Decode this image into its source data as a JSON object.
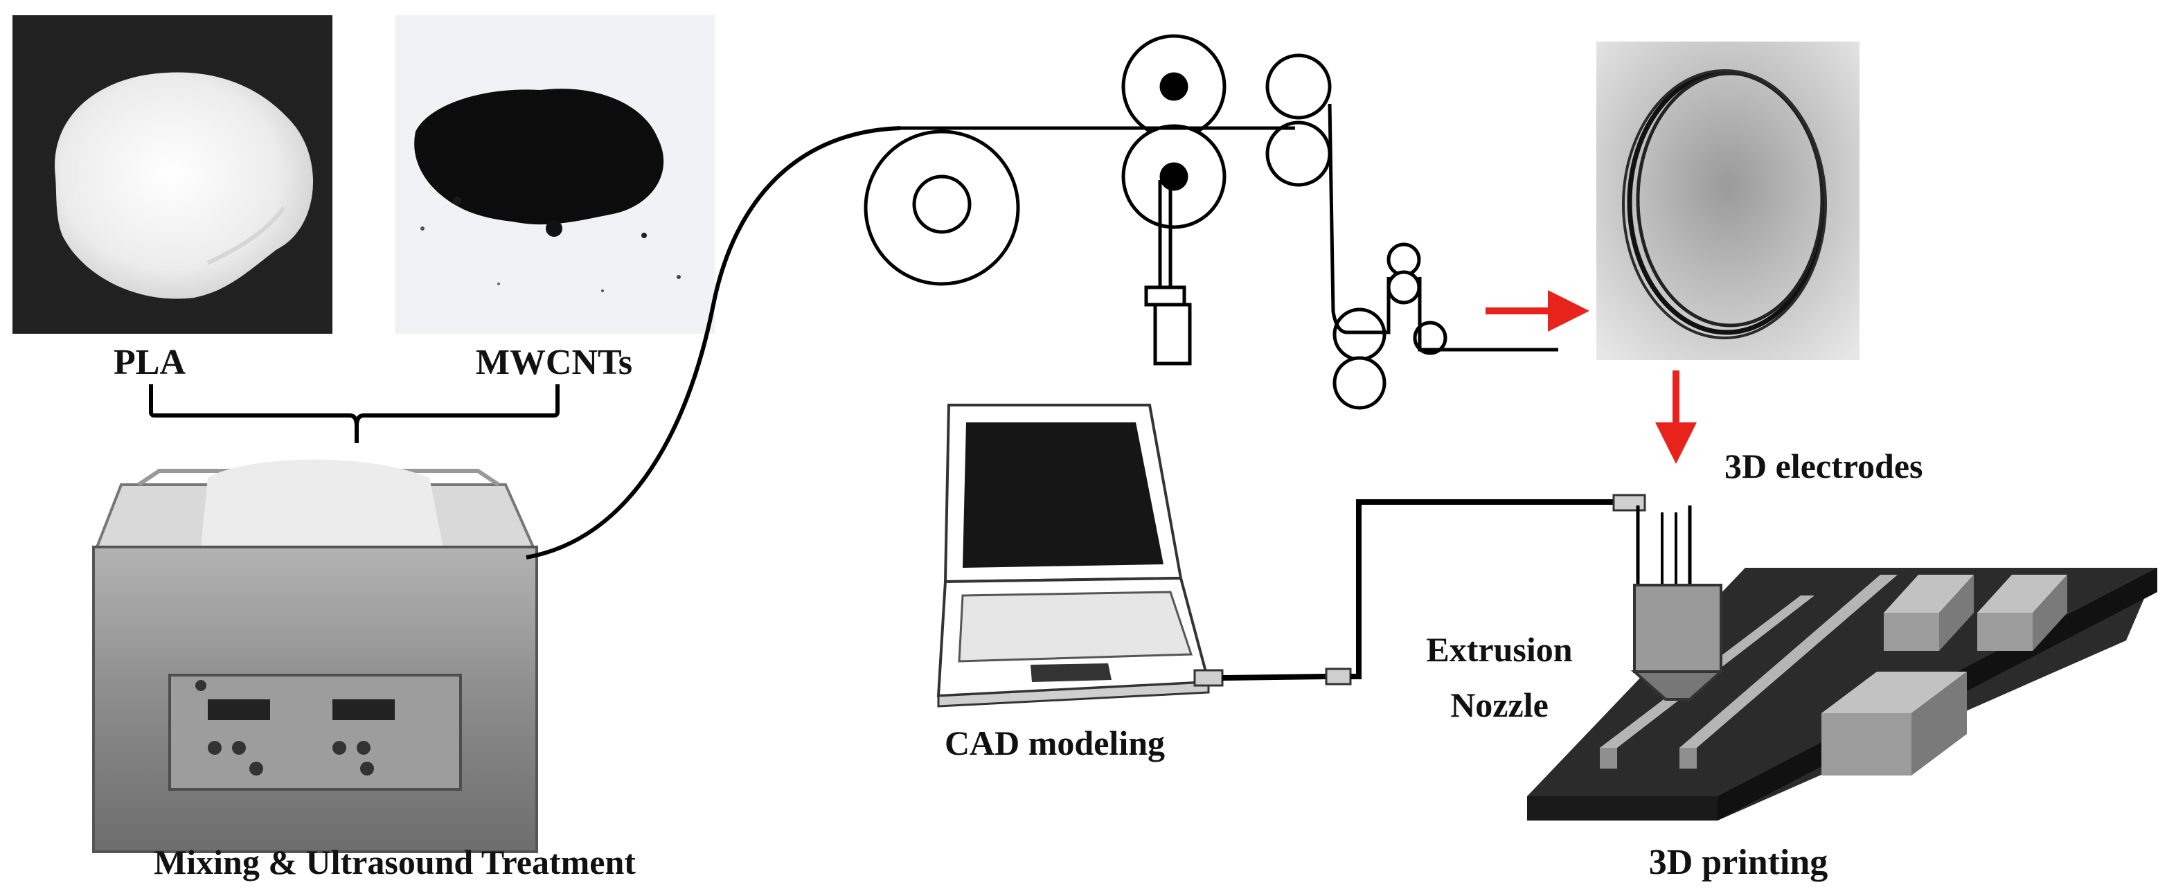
{
  "labels": {
    "pla": "PLA",
    "mwcnts": "MWCNTs",
    "mixing": "Mixing & Ultrasound Treatment",
    "cad": "CAD modeling",
    "electrodes": "3D electrodes",
    "extrusion_line1": "Extrusion",
    "extrusion_line2": "Nozzle",
    "printing": "3D printing"
  },
  "colors": {
    "arrow": "#e8231c",
    "line": "#000000",
    "bath_steel": "#8a8a8a",
    "printer_bed": "#2b2b2b",
    "block_gray": "#a9a9a9"
  }
}
